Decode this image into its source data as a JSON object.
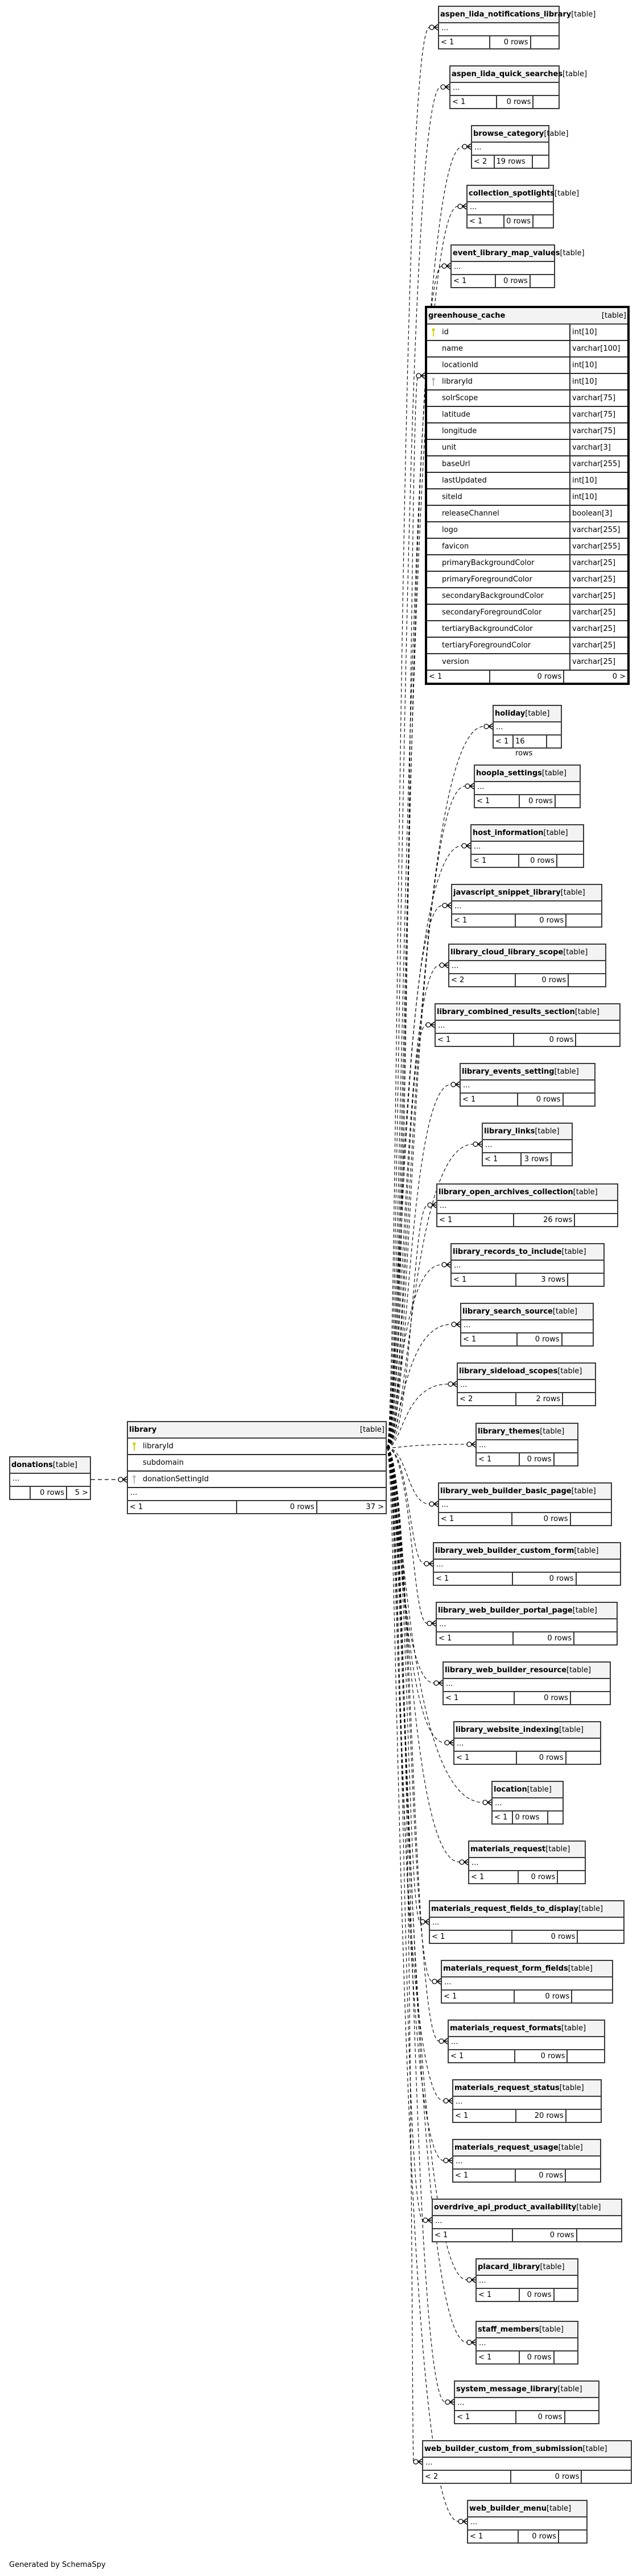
{
  "footer": "Generated by SchemaSpy",
  "type_label": "[table]",
  "ellipsis": "...",
  "colors": {
    "pk_key": "#d4d400",
    "fk_key": "#b8b8b8",
    "header_bg": "#f3f3f3",
    "border": "#3a3a3a"
  },
  "focus_table": {
    "name": "library",
    "columns": [
      {
        "name": "libraryId",
        "key": "pk"
      },
      {
        "name": "subdomain",
        "key": ""
      },
      {
        "name": "donationSettingId",
        "key": "fk"
      }
    ],
    "footer": {
      "left": "< 1",
      "rows": "0 rows",
      "right": "37 >"
    }
  },
  "parent_table": {
    "name": "donations",
    "footer": {
      "left": "",
      "rows": "0 rows",
      "right": "5 >"
    }
  },
  "greenhouse_cache": {
    "name": "greenhouse_cache",
    "columns": [
      {
        "name": "id",
        "type": "int[10]",
        "key": "pk"
      },
      {
        "name": "name",
        "type": "varchar[100]",
        "key": ""
      },
      {
        "name": "locationId",
        "type": "int[10]",
        "key": ""
      },
      {
        "name": "libraryId",
        "type": "int[10]",
        "key": "fk"
      },
      {
        "name": "solrScope",
        "type": "varchar[75]",
        "key": ""
      },
      {
        "name": "latitude",
        "type": "varchar[75]",
        "key": ""
      },
      {
        "name": "longitude",
        "type": "varchar[75]",
        "key": ""
      },
      {
        "name": "unit",
        "type": "varchar[3]",
        "key": ""
      },
      {
        "name": "baseUrl",
        "type": "varchar[255]",
        "key": ""
      },
      {
        "name": "lastUpdated",
        "type": "int[10]",
        "key": ""
      },
      {
        "name": "siteId",
        "type": "int[10]",
        "key": ""
      },
      {
        "name": "releaseChannel",
        "type": "boolean[3]",
        "key": ""
      },
      {
        "name": "logo",
        "type": "varchar[255]",
        "key": ""
      },
      {
        "name": "favicon",
        "type": "varchar[255]",
        "key": ""
      },
      {
        "name": "primaryBackgroundColor",
        "type": "varchar[25]",
        "key": ""
      },
      {
        "name": "primaryForegroundColor",
        "type": "varchar[25]",
        "key": ""
      },
      {
        "name": "secondaryBackgroundColor",
        "type": "varchar[25]",
        "key": ""
      },
      {
        "name": "secondaryForegroundColor",
        "type": "varchar[25]",
        "key": ""
      },
      {
        "name": "tertiaryBackgroundColor",
        "type": "varchar[25]",
        "key": ""
      },
      {
        "name": "tertiaryForegroundColor",
        "type": "varchar[25]",
        "key": ""
      },
      {
        "name": "version",
        "type": "varchar[25]",
        "key": ""
      }
    ],
    "footer": {
      "left": "< 1",
      "rows": "0 rows",
      "right": "0 >"
    }
  },
  "child_tables": [
    {
      "name": "aspen_lida_notifications_library",
      "left": "< 1",
      "rows": "0 rows"
    },
    {
      "name": "aspen_lida_quick_searches",
      "left": "< 1",
      "rows": "0 rows"
    },
    {
      "name": "browse_category",
      "left": "< 2",
      "rows": "19 rows"
    },
    {
      "name": "collection_spotlights",
      "left": "< 1",
      "rows": "0 rows"
    },
    {
      "name": "event_library_map_values",
      "left": "< 1",
      "rows": "0 rows"
    },
    {
      "name": "holiday",
      "left": "< 1",
      "rows": "16 rows"
    },
    {
      "name": "hoopla_settings",
      "left": "< 1",
      "rows": "0 rows"
    },
    {
      "name": "host_information",
      "left": "< 1",
      "rows": "0 rows"
    },
    {
      "name": "javascript_snippet_library",
      "left": "< 1",
      "rows": "0 rows"
    },
    {
      "name": "library_cloud_library_scope",
      "left": "< 2",
      "rows": "0 rows"
    },
    {
      "name": "library_combined_results_section",
      "left": "< 1",
      "rows": "0 rows"
    },
    {
      "name": "library_events_setting",
      "left": "< 1",
      "rows": "0 rows"
    },
    {
      "name": "library_links",
      "left": "< 1",
      "rows": "3 rows"
    },
    {
      "name": "library_open_archives_collection",
      "left": "< 1",
      "rows": "26 rows"
    },
    {
      "name": "library_records_to_include",
      "left": "< 1",
      "rows": "3 rows"
    },
    {
      "name": "library_search_source",
      "left": "< 1",
      "rows": "0 rows"
    },
    {
      "name": "library_sideload_scopes",
      "left": "< 2",
      "rows": "2 rows"
    },
    {
      "name": "library_themes",
      "left": "< 1",
      "rows": "0 rows"
    },
    {
      "name": "library_web_builder_basic_page",
      "left": "< 1",
      "rows": "0 rows"
    },
    {
      "name": "library_web_builder_custom_form",
      "left": "< 1",
      "rows": "0 rows"
    },
    {
      "name": "library_web_builder_portal_page",
      "left": "< 1",
      "rows": "0 rows"
    },
    {
      "name": "library_web_builder_resource",
      "left": "< 1",
      "rows": "0 rows"
    },
    {
      "name": "library_website_indexing",
      "left": "< 1",
      "rows": "0 rows"
    },
    {
      "name": "location",
      "left": "< 1",
      "rows": "0 rows"
    },
    {
      "name": "materials_request",
      "left": "< 1",
      "rows": "0 rows"
    },
    {
      "name": "materials_request_fields_to_display",
      "left": "< 1",
      "rows": "0 rows"
    },
    {
      "name": "materials_request_form_fields",
      "left": "< 1",
      "rows": "0 rows"
    },
    {
      "name": "materials_request_formats",
      "left": "< 1",
      "rows": "0 rows"
    },
    {
      "name": "materials_request_status",
      "left": "< 1",
      "rows": "20 rows"
    },
    {
      "name": "materials_request_usage",
      "left": "< 1",
      "rows": "0 rows"
    },
    {
      "name": "overdrive_api_product_availability",
      "left": "< 1",
      "rows": "0 rows"
    },
    {
      "name": "placard_library",
      "left": "< 1",
      "rows": "0 rows"
    },
    {
      "name": "staff_members",
      "left": "< 1",
      "rows": "0 rows"
    },
    {
      "name": "system_message_library",
      "left": "< 1",
      "rows": "0 rows"
    },
    {
      "name": "web_builder_custom_from_submission",
      "left": "< 2",
      "rows": "0 rows"
    },
    {
      "name": "web_builder_menu",
      "left": "< 1",
      "rows": "0 rows"
    }
  ]
}
